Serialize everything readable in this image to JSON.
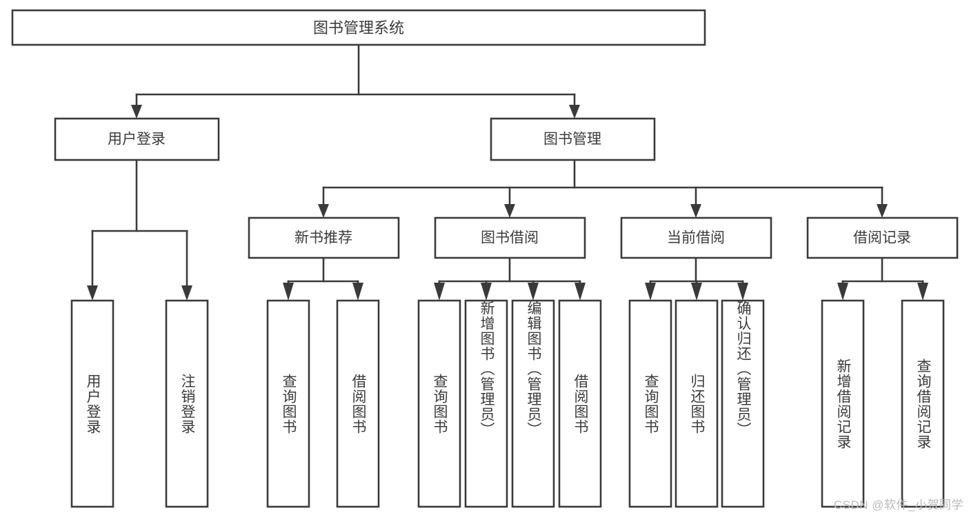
{
  "diagram": {
    "type": "tree",
    "title": "图书管理系统",
    "watermark": "CSDN @软件_小贺同学",
    "colors": {
      "background": "#ffffff",
      "box_fill": "#ffffff",
      "line": "#3a3a3a",
      "text": "#3b3b3b",
      "watermark": "#b9b9b9"
    },
    "root": {
      "label": "图书管理系统"
    },
    "level2": [
      {
        "label": "用户登录"
      },
      {
        "label": "图书管理"
      }
    ],
    "level3": [
      {
        "label": "新书推荐"
      },
      {
        "label": "图书借阅"
      },
      {
        "label": "当前借阅"
      },
      {
        "label": "借阅记录"
      }
    ],
    "leaves": {
      "user_login": [
        {
          "label": "用户登录"
        },
        {
          "label": "注销登录"
        }
      ],
      "new_book_recommend": [
        {
          "label": "查询图书"
        },
        {
          "label": "借阅图书"
        }
      ],
      "book_borrow": [
        {
          "label": "查询图书"
        },
        {
          "label": "新增图书（管理员）"
        },
        {
          "label": "编辑图书（管理员）"
        },
        {
          "label": "借阅图书"
        }
      ],
      "current_borrow": [
        {
          "label": "查询图书"
        },
        {
          "label": "归还图书"
        },
        {
          "label": "确认归还（管理员）"
        }
      ],
      "borrow_record": [
        {
          "label": "新增借阅记录"
        },
        {
          "label": "查询借阅记录"
        }
      ]
    }
  }
}
